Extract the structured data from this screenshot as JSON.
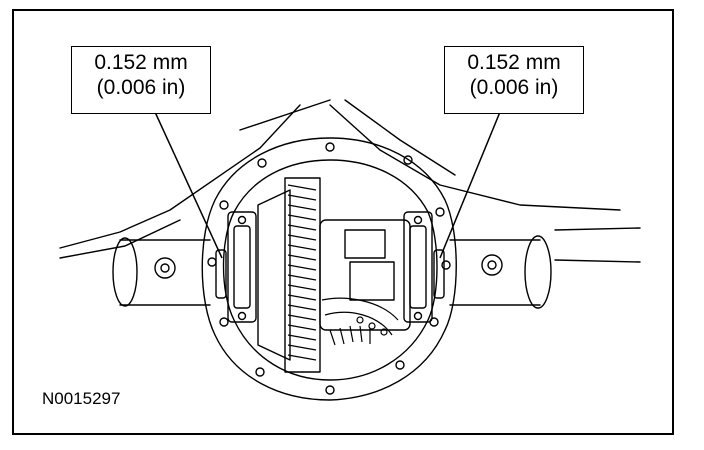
{
  "callouts": {
    "left": {
      "line1": "0.152 mm",
      "line2": "(0.006 in)"
    },
    "right": {
      "line1": "0.152 mm",
      "line2": "(0.006 in)"
    }
  },
  "figure_id": "N0015297"
}
